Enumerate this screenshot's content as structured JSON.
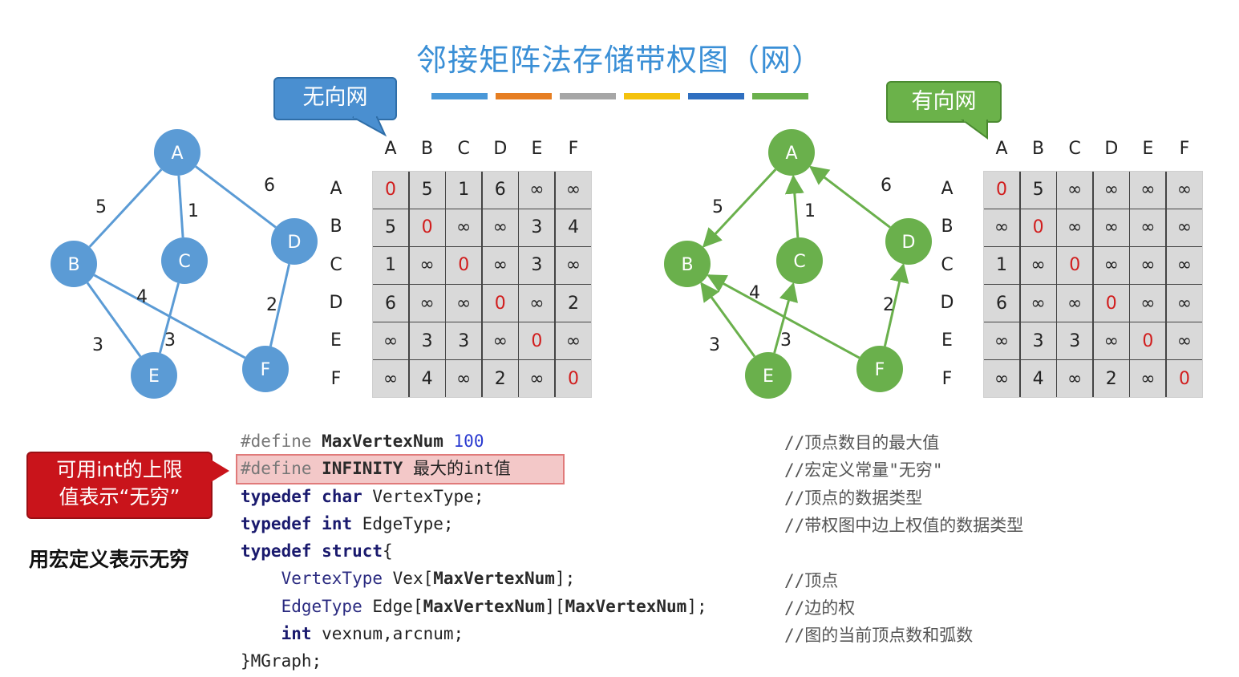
{
  "title": "邻接矩阵法存储带权图（网）",
  "color_bar": [
    "#4a98d8",
    "#e67e22",
    "#a6a6a6",
    "#f4c20d",
    "#2f6fc0",
    "#6ab04c"
  ],
  "undirected": {
    "callout": "无向网",
    "node_color": "#5b9bd5",
    "edge_color": "#5b9bd5",
    "nodes": [
      "A",
      "B",
      "C",
      "D",
      "E",
      "F"
    ],
    "edges": [
      {
        "from": "A",
        "to": "B",
        "weight": "5"
      },
      {
        "from": "A",
        "to": "C",
        "weight": "1"
      },
      {
        "from": "A",
        "to": "D",
        "weight": "6"
      },
      {
        "from": "B",
        "to": "E",
        "weight": "3"
      },
      {
        "from": "B",
        "to": "F",
        "weight": "4"
      },
      {
        "from": "C",
        "to": "E",
        "weight": "3"
      },
      {
        "from": "D",
        "to": "F",
        "weight": "2"
      }
    ],
    "matrix": {
      "headers": [
        "A",
        "B",
        "C",
        "D",
        "E",
        "F"
      ],
      "rows": [
        [
          "0",
          "5",
          "1",
          "6",
          "∞",
          "∞"
        ],
        [
          "5",
          "0",
          "∞",
          "∞",
          "3",
          "4"
        ],
        [
          "1",
          "∞",
          "0",
          "∞",
          "3",
          "∞"
        ],
        [
          "6",
          "∞",
          "∞",
          "0",
          "∞",
          "2"
        ],
        [
          "∞",
          "3",
          "3",
          "∞",
          "0",
          "∞"
        ],
        [
          "∞",
          "4",
          "∞",
          "2",
          "∞",
          "0"
        ]
      ]
    }
  },
  "directed": {
    "callout": "有向网",
    "node_color": "#6ab04c",
    "edge_color": "#6ab04c",
    "nodes": [
      "A",
      "B",
      "C",
      "D",
      "E",
      "F"
    ],
    "edges": [
      {
        "from": "A",
        "to": "B",
        "weight": "5"
      },
      {
        "from": "C",
        "to": "A",
        "weight": "1"
      },
      {
        "from": "D",
        "to": "A",
        "weight": "6"
      },
      {
        "from": "E",
        "to": "B",
        "weight": "3"
      },
      {
        "from": "F",
        "to": "B",
        "weight": "4"
      },
      {
        "from": "E",
        "to": "C",
        "weight": "3"
      },
      {
        "from": "F",
        "to": "D",
        "weight": "2"
      }
    ],
    "matrix": {
      "headers": [
        "A",
        "B",
        "C",
        "D",
        "E",
        "F"
      ],
      "rows": [
        [
          "0",
          "5",
          "∞",
          "∞",
          "∞",
          "∞"
        ],
        [
          "∞",
          "0",
          "∞",
          "∞",
          "∞",
          "∞"
        ],
        [
          "1",
          "∞",
          "0",
          "∞",
          "∞",
          "∞"
        ],
        [
          "6",
          "∞",
          "∞",
          "0",
          "∞",
          "∞"
        ],
        [
          "∞",
          "3",
          "3",
          "∞",
          "0",
          "∞"
        ],
        [
          "∞",
          "4",
          "∞",
          "2",
          "∞",
          "0"
        ]
      ]
    }
  },
  "red_callout": {
    "line1": "可用int的上限",
    "line2": "值表示“无穷”"
  },
  "side_label": "用宏定义表示无穷",
  "code": {
    "lines": [
      {
        "tokens": [
          [
            "pp",
            "#define "
          ],
          [
            "mac",
            "MaxVertexNum"
          ],
          [
            "",
            " "
          ],
          [
            "num",
            "100"
          ]
        ],
        "comment": "//顶点数目的最大值"
      },
      {
        "tokens": [
          [
            "pp",
            "#define "
          ],
          [
            "mac",
            "INFINITY"
          ],
          [
            "",
            " 最大的int值"
          ]
        ],
        "comment": "//宏定义常量\"无穷\""
      },
      {
        "tokens": [
          [
            "kw",
            "typedef"
          ],
          [
            "",
            " "
          ],
          [
            "kw",
            "char"
          ],
          [
            "",
            " VertexType;"
          ]
        ],
        "comment": "//顶点的数据类型"
      },
      {
        "tokens": [
          [
            "kw",
            "typedef"
          ],
          [
            "",
            " "
          ],
          [
            "kw",
            "int"
          ],
          [
            "",
            " EdgeType;"
          ]
        ],
        "comment": "//带权图中边上权值的数据类型"
      },
      {
        "tokens": [
          [
            "kw",
            "typedef"
          ],
          [
            "",
            " "
          ],
          [
            "kw",
            "struct"
          ],
          [
            "",
            "{"
          ]
        ],
        "comment": ""
      },
      {
        "tokens": [
          [
            "",
            "    "
          ],
          [
            "ty",
            "VertexType"
          ],
          [
            "",
            " Vex["
          ],
          [
            "mac",
            "MaxVertexNum"
          ],
          [
            "",
            "];"
          ]
        ],
        "comment": "//顶点"
      },
      {
        "tokens": [
          [
            "",
            "    "
          ],
          [
            "ty",
            "EdgeType"
          ],
          [
            "",
            " Edge["
          ],
          [
            "mac",
            "MaxVertexNum"
          ],
          [
            "",
            "]["
          ],
          [
            "mac",
            "MaxVertexNum"
          ],
          [
            "",
            "];"
          ]
        ],
        "comment": "//边的权"
      },
      {
        "tokens": [
          [
            "",
            "    "
          ],
          [
            "kw",
            "int"
          ],
          [
            "",
            " vexnum,arcnum;"
          ]
        ],
        "comment": "//图的当前顶点数和弧数"
      },
      {
        "tokens": [
          [
            "",
            "}MGraph;"
          ]
        ],
        "comment": ""
      }
    ]
  }
}
